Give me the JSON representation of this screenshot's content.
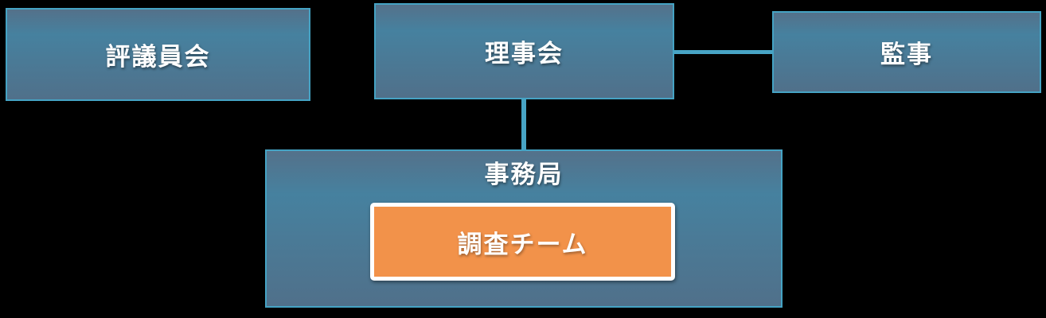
{
  "diagram_type": "organization-chart",
  "nodes": {
    "councilors": {
      "label": "評議員会"
    },
    "directors": {
      "label": "理事会"
    },
    "auditor": {
      "label": "監事"
    },
    "secretariat": {
      "label": "事務局"
    },
    "research_team": {
      "label": "調査チーム"
    }
  },
  "edges": [
    {
      "from": "directors",
      "to": "auditor",
      "orientation": "horizontal"
    },
    {
      "from": "directors",
      "to": "secretariat",
      "orientation": "vertical"
    }
  ],
  "colors": {
    "background": "#000000",
    "box_border": "#45A3C4",
    "box_gradient_top": "#54718A",
    "box_gradient_mid": "#46819F",
    "box_gradient_bottom": "#50708A",
    "connector": "#47A4C5",
    "team_fill": "#F2924A",
    "team_border": "#FFFFFF",
    "label_text": "#FFFFFF"
  }
}
